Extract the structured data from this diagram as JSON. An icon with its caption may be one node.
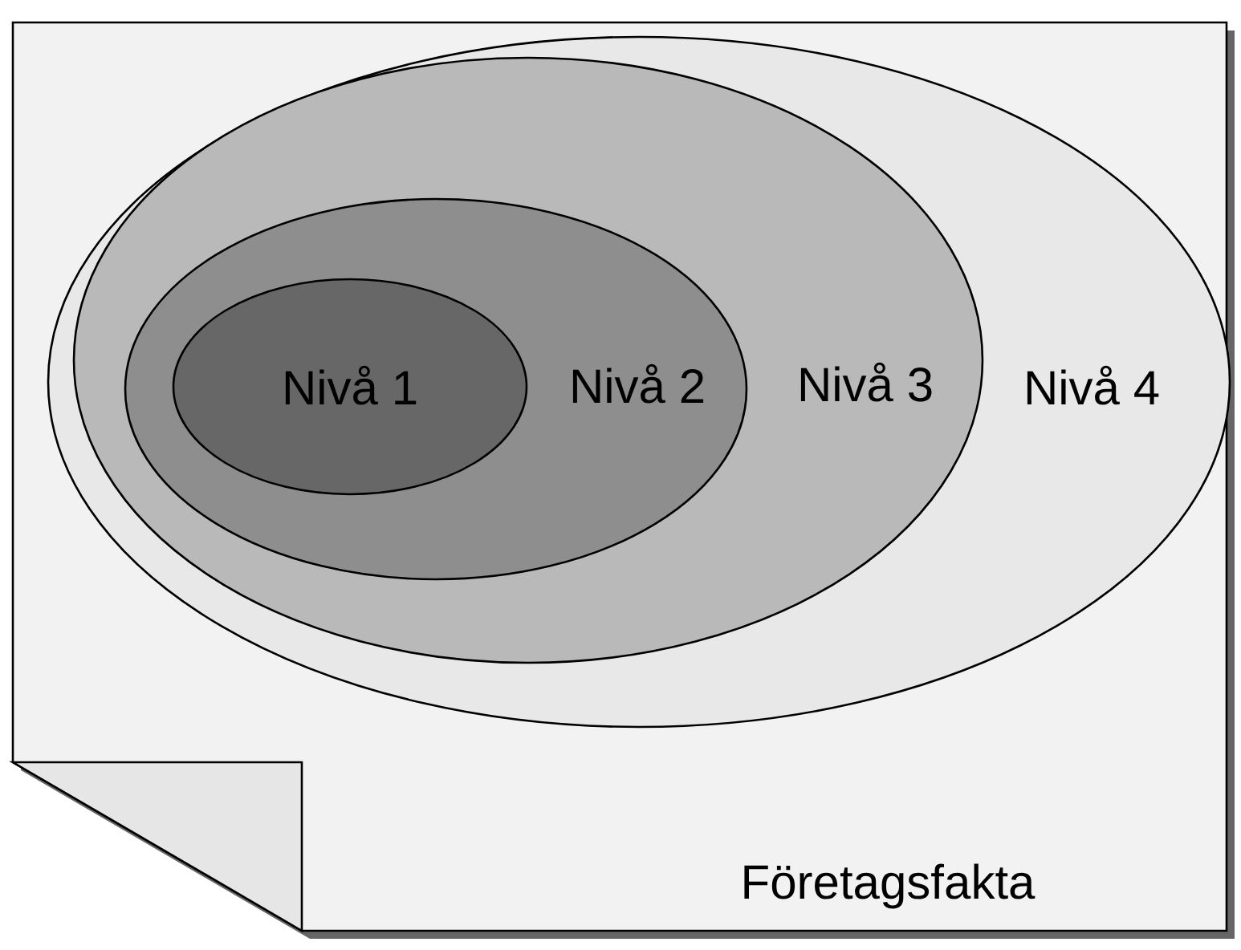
{
  "diagram": {
    "nodes": [
      {
        "text": [
          "Företagsfakta"
        ]
      },
      {
        "text": [
          "Nivå 4"
        ],
        "in": 0
      },
      {
        "text": [
          "Nivå 3"
        ],
        "in": 1
      },
      {
        "text": [
          "Nivå 2"
        ],
        "in": 2
      },
      {
        "text": [
          "Nivå 1"
        ],
        "in": 3
      }
    ]
  }
}
